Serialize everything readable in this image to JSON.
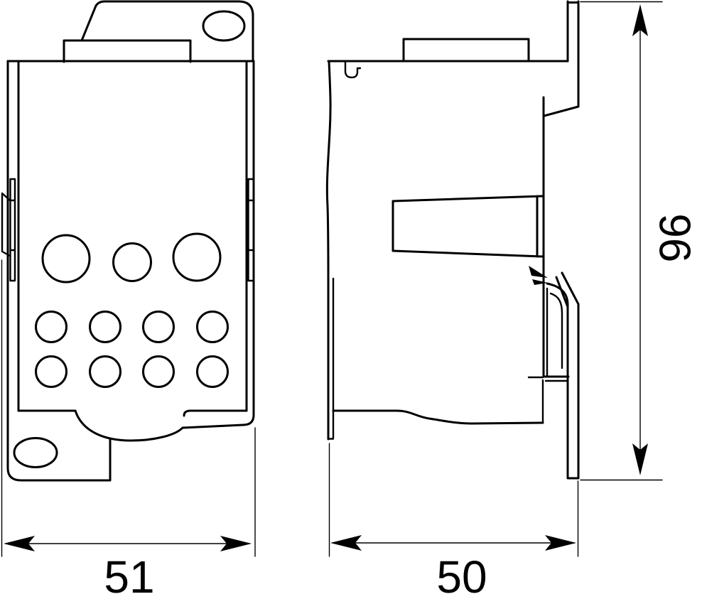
{
  "page": {
    "background": "#ffffff",
    "line_color": "#000000"
  },
  "drawing": {
    "type": "technical-drawing",
    "views": {
      "front": {
        "large_holes": 3,
        "small_holes": 8,
        "mount_slot_ovals": 2
      },
      "side": {
        "din_rail_clip": true,
        "top_tab": true
      }
    },
    "dimensions": {
      "width": {
        "value": "51"
      },
      "depth": {
        "value": "50"
      },
      "height": {
        "value": "96"
      }
    }
  }
}
